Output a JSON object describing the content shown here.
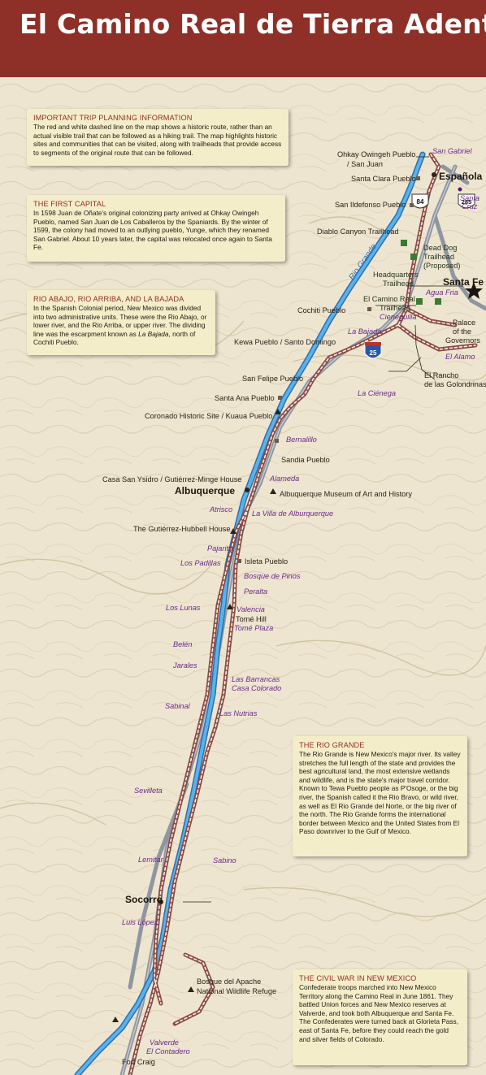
{
  "title": "El Camino Real de Tierra Adentro",
  "colors": {
    "header": "#8e2f28",
    "river": "#4aa3e0",
    "trail": "#8a4b45",
    "highway": "#8f96a0",
    "box": "#f4eec8"
  },
  "panels": {
    "trip": {
      "heading": "IMPORTANT TRIP PLANNING INFORMATION",
      "body": "The red and white dashed line on the map shows a historic route, rather than an actual visible trail that can be followed as a hiking trail. The map highlights historic sites and communities that can be visited, along with trailheads that provide access to segments of the original route that can be followed."
    },
    "capital": {
      "heading": "THE FIRST CAPITAL",
      "body": "In 1598 Juan de Oñate's original colonizing party arrived at Ohkay Owingeh Pueblo, named San Juan de Los Caballeros by the Spaniards. By the winter of 1599, the colony had moved to an outlying pueblo, Yunge, which they renamed San Gabriel. About 10 years later, the capital was relocated once again to Santa Fe."
    },
    "abajo": {
      "heading": "RIO ABAJO, RIO ARRIBA, AND LA BAJADA",
      "body_a": "In the Spanish Colonial period, New Mexico was divided into two administrative units. These were the Rio Abajo, or lower river, and the Rio Arriba, or upper river. The dividing line was the escarpment known as ",
      "body_em": "La Bajada",
      "body_b": ", north of Cochiti Pueblo."
    },
    "riogrande": {
      "heading": "THE RIO GRANDE",
      "body": "The Rio Grande is New Mexico's major river. Its valley stretches the full length of the state and provides the best agricultural land, the most extensive wetlands and wildlife, and is the state's major travel corridor. Known to Tewa Pueblo people as P'Osoge, or the big river, the Spanish called it the Rio Bravo, or wild river, as well as El Rio Grande del Norte, or the big river of the north. The Rio Grande forms the international border between Mexico and the United States from El Paso downriver to the Gulf of Mexico."
    },
    "civilwar": {
      "heading": "THE CIVIL WAR IN NEW MEXICO",
      "body": "Confederate troops marched into New Mexico Territory along the Camino Real in June 1861. They battled Union forces and New Mexico reserves at Valverde, and took both Albuquerque and Santa Fe. The Confederates were turned back at Glorieta Pass, east of Santa Fe, before they could reach the gold and silver fields of Colorado."
    }
  },
  "places": {
    "ohkay": "Ohkay Owingeh Pueblo",
    "sanjuan": "/ San Juan",
    "sangabriel": "San Gabriel",
    "espanola": "Española",
    "santaclara": "Santa Clara Pueblo",
    "santacruz_1": "Santa",
    "santacruz_2": "Cruz",
    "sanildefonso": "San Ildefonso Pueblo",
    "diablo": "Diablo Canyon Trailhead",
    "deaddog_1": "Dead Dog",
    "deaddog_2": "Trailhead",
    "deaddog_3": "(Proposed)",
    "hq_1": "Headquarters",
    "hq_2": "Trailhead",
    "santafe": "Santa Fe",
    "aguafria": "Agua Fria",
    "ecr_1": "El Camino Real",
    "ecr_2": "Trailhead",
    "cieneguilla": "Cieneguilla",
    "cochiti": "Cochiti Pueblo",
    "labajada": "La Bajada",
    "palace_1": "Palace",
    "palace_2": "of the",
    "palace_3": "Governors",
    "kewa": "Kewa Pueblo / Santo Domingo",
    "elalamo": "El Alamo",
    "sanfelipe": "San Felipe Pueblo",
    "rancho_1": "El Rancho",
    "rancho_2": "de las Golondrinas",
    "lacienega": "La Ciénega",
    "santaana": "Santa Ana Pueblo",
    "coronado": "Coronado Historic Site / Kuaua Pueblo",
    "bernalillo": "Bernalillo",
    "sandia": "Sandia Pueblo",
    "alameda": "Alameda",
    "casasan": "Casa San Ysidro / Gutiérrez-Minge House",
    "albuquerque": "Albuquerque",
    "abqmuseum": "Albuquerque Museum of Art and History",
    "atrisco": "Atrisco",
    "villa": "La Villa de Alburquerque",
    "gutierrez": "The Gutiérrez-Hubbell House",
    "pajarito": "Pajarito",
    "padillas": "Los Padillas",
    "isleta": "Isleta Pueblo",
    "bosquepinos": "Bosque de Pinos",
    "peralta": "Peralta",
    "loslunas": "Los Lunas",
    "valencia": "Valencia",
    "tomehill": "Tomé Hill",
    "tomeplaza": "Tomé Plaza",
    "belen": "Belén",
    "jarales": "Jarales",
    "barrancas": "Las Barrancas",
    "casacolorado": "Casa Colorado",
    "sabinal": "Sabinal",
    "nutrias": "Las Nutrias",
    "sevilleta": "Sevilleta",
    "lemitar": "Lemitar",
    "sabino": "Sabino",
    "socorro": "Socorro",
    "luislopez": "Luis López",
    "bosqueapache_1": "Bosque del Apache",
    "bosqueapache_2": "National Wildlife Refuge",
    "valverde": "Valverde",
    "contadero": "El Contadero",
    "fortcraig": "Fort Craig",
    "riogrande": "Rio Grande",
    "hw84": "84",
    "hw285": "285",
    "i25": "25"
  }
}
